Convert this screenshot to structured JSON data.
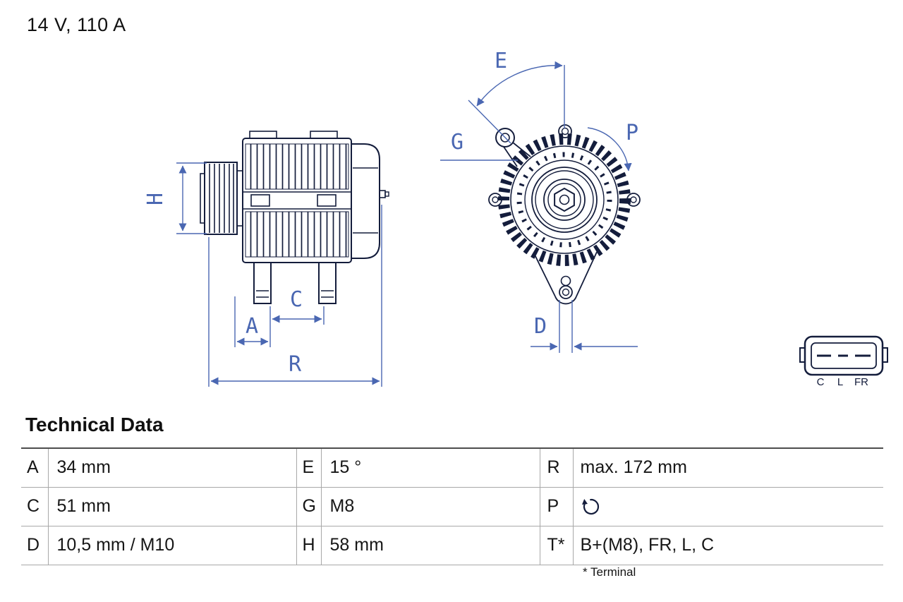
{
  "header": {
    "rating": "14 V, 110 A"
  },
  "diagram": {
    "labels": {
      "H": "H",
      "A": "A",
      "C": "C",
      "R": "R",
      "E": "E",
      "G": "G",
      "P": "P",
      "D": "D"
    },
    "connector": {
      "pins": [
        "C",
        "L",
        "FR"
      ]
    }
  },
  "technical_data": {
    "title": "Technical Data",
    "footnote": "* Terminal",
    "rows": [
      {
        "c1k": "A",
        "c1v": "34 mm",
        "c2k": "E",
        "c2v": "15 °",
        "c3k": "R",
        "c3v": "max. 172 mm"
      },
      {
        "c1k": "C",
        "c1v": "51 mm",
        "c2k": "G",
        "c2v": "M8",
        "c3k": "P",
        "c3v_icon": "clockwise-rotation-arrow"
      },
      {
        "c1k": "D",
        "c1v": "10,5 mm / M10",
        "c2k": "H",
        "c2v": "58 mm",
        "c3k": "T*",
        "c3v": "B+(M8), FR, L, C"
      }
    ]
  },
  "colors": {
    "dimension_blue": "#4a67b2",
    "drawing_ink": "#141d3c"
  }
}
